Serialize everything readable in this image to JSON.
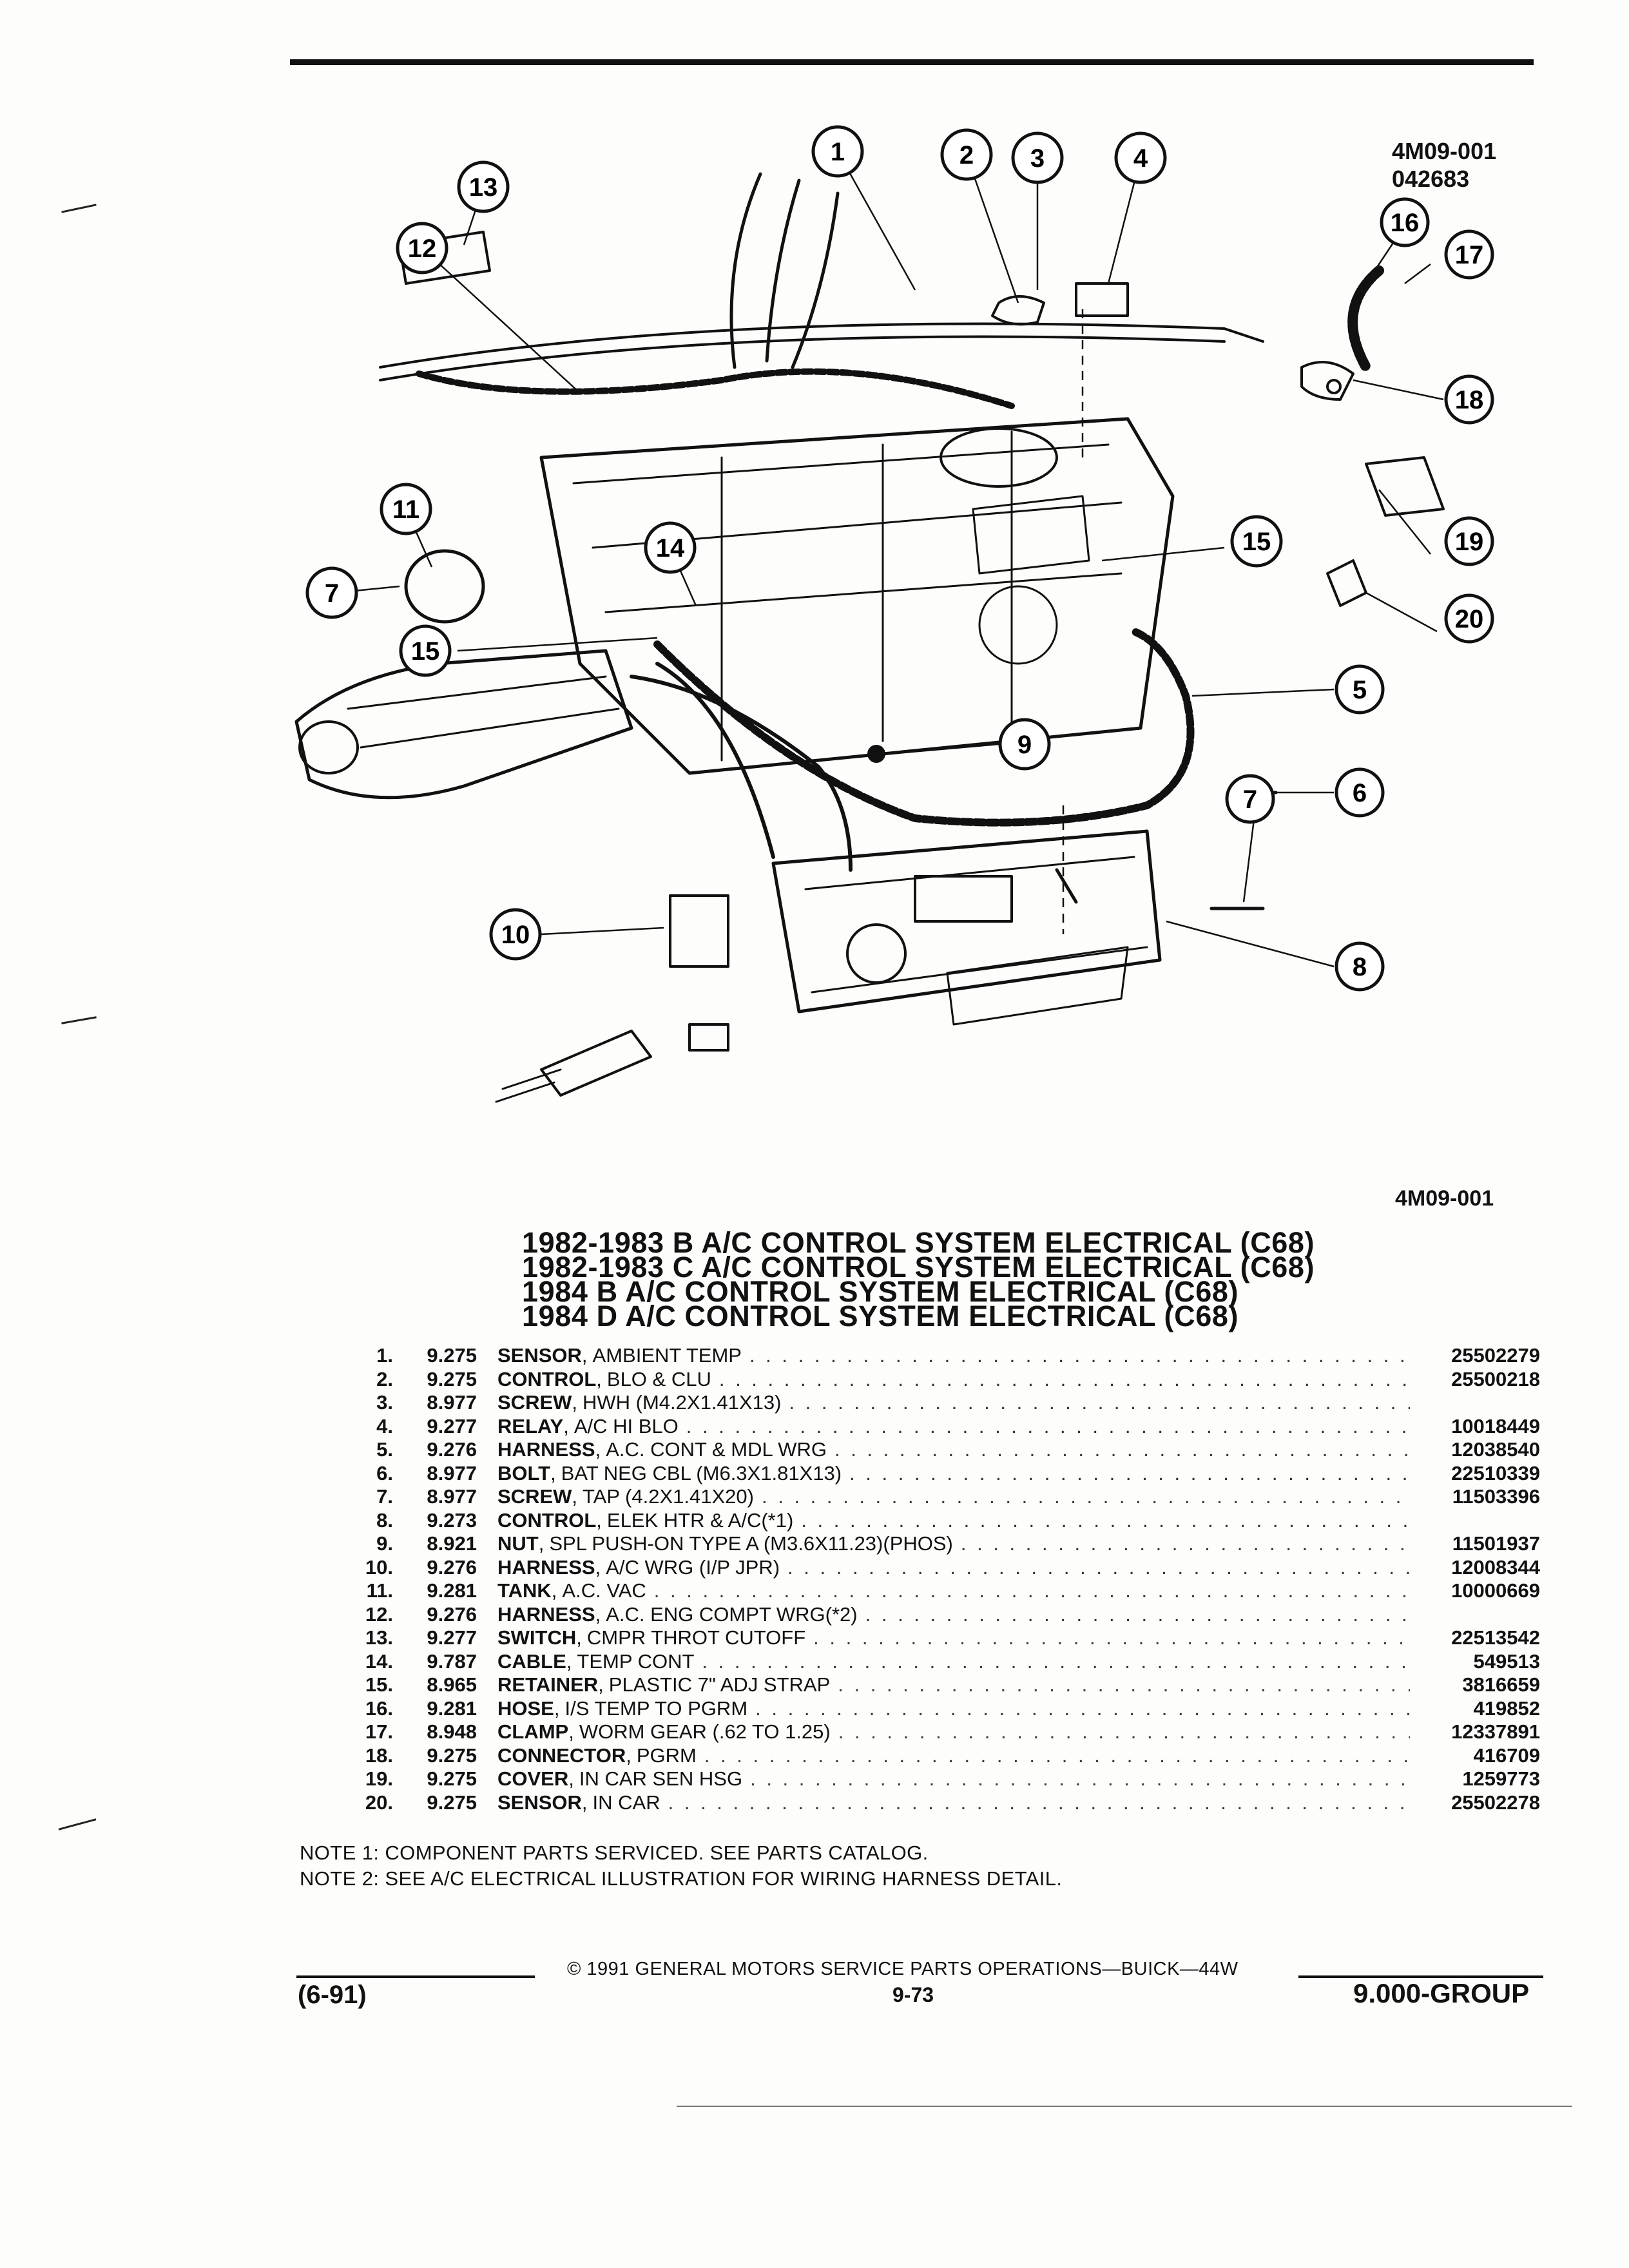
{
  "figure": {
    "code_top": "4M09-001",
    "date_code": "042683",
    "code_bottom": "4M09-001",
    "callouts": [
      "1",
      "2",
      "3",
      "4",
      "13",
      "12",
      "16",
      "17",
      "18",
      "11",
      "7",
      "14",
      "15",
      "19",
      "20",
      "15",
      "5",
      "9",
      "6",
      "7",
      "10",
      "8"
    ]
  },
  "titles": [
    "1982-1983 B A/C CONTROL SYSTEM ELECTRICAL (C68)",
    "1982-1983 C A/C CONTROL SYSTEM ELECTRICAL (C68)",
    "1984 B A/C CONTROL SYSTEM ELECTRICAL (C68)",
    "1984 D A/C CONTROL SYSTEM ELECTRICAL (C68)"
  ],
  "parts": [
    {
      "idx": "1.",
      "grp": "9.275",
      "name": "SENSOR",
      "desc": "AMBIENT TEMP",
      "pn": "25502279"
    },
    {
      "idx": "2.",
      "grp": "9.275",
      "name": "CONTROL",
      "desc": "BLO & CLU",
      "pn": "25500218"
    },
    {
      "idx": "3.",
      "grp": "8.977",
      "name": "SCREW",
      "desc": "HWH (M4.2X1.41X13)",
      "pn": ""
    },
    {
      "idx": "4.",
      "grp": "9.277",
      "name": "RELAY",
      "desc": "A/C HI BLO",
      "pn": "10018449"
    },
    {
      "idx": "5.",
      "grp": "9.276",
      "name": "HARNESS",
      "desc": "A.C. CONT & MDL WRG",
      "pn": "12038540"
    },
    {
      "idx": "6.",
      "grp": "8.977",
      "name": "BOLT",
      "desc": "BAT NEG CBL (M6.3X1.81X13)",
      "pn": "22510339"
    },
    {
      "idx": "7.",
      "grp": "8.977",
      "name": "SCREW",
      "desc": "TAP (4.2X1.41X20)",
      "pn": "11503396"
    },
    {
      "idx": "8.",
      "grp": "9.273",
      "name": "CONTROL",
      "desc": "ELEK HTR & A/C(*1)",
      "pn": ""
    },
    {
      "idx": "9.",
      "grp": "8.921",
      "name": "NUT",
      "desc": "SPL PUSH-ON TYPE A (M3.6X11.23)(PHOS)",
      "pn": "11501937"
    },
    {
      "idx": "10.",
      "grp": "9.276",
      "name": "HARNESS",
      "desc": "A/C WRG (I/P JPR)",
      "pn": "12008344"
    },
    {
      "idx": "11.",
      "grp": "9.281",
      "name": "TANK",
      "desc": "A.C. VAC",
      "pn": "10000669"
    },
    {
      "idx": "12.",
      "grp": "9.276",
      "name": "HARNESS",
      "desc": "A.C. ENG COMPT WRG(*2)",
      "pn": ""
    },
    {
      "idx": "13.",
      "grp": "9.277",
      "name": "SWITCH",
      "desc": "CMPR THROT CUTOFF",
      "pn": "22513542"
    },
    {
      "idx": "14.",
      "grp": "9.787",
      "name": "CABLE",
      "desc": "TEMP CONT",
      "pn": "549513"
    },
    {
      "idx": "15.",
      "grp": "8.965",
      "name": "RETAINER",
      "desc": "PLASTIC 7\" ADJ STRAP",
      "pn": "3816659"
    },
    {
      "idx": "16.",
      "grp": "9.281",
      "name": "HOSE",
      "desc": "I/S TEMP TO PGRM",
      "pn": "419852"
    },
    {
      "idx": "17.",
      "grp": "8.948",
      "name": "CLAMP",
      "desc": "WORM GEAR (.62 TO 1.25)",
      "pn": "12337891"
    },
    {
      "idx": "18.",
      "grp": "9.275",
      "name": "CONNECTOR",
      "desc": "PGRM",
      "pn": "416709"
    },
    {
      "idx": "19.",
      "grp": "9.275",
      "name": "COVER",
      "desc": "IN CAR SEN HSG",
      "pn": "1259773"
    },
    {
      "idx": "20.",
      "grp": "9.275",
      "name": "SENSOR",
      "desc": "IN CAR",
      "pn": "25502278"
    }
  ],
  "notes": [
    "NOTE  1:  COMPONENT PARTS SERVICED. SEE PARTS CATALOG.",
    "NOTE  2:  SEE A/C ELECTRICAL ILLUSTRATION FOR WIRING HARNESS DETAIL."
  ],
  "footer": {
    "copyright": "©  1991  GENERAL MOTORS SERVICE PARTS OPERATIONS—BUICK—44W",
    "date_code": "(6-91)",
    "page": "9-73",
    "group": "9.000-GROUP"
  }
}
